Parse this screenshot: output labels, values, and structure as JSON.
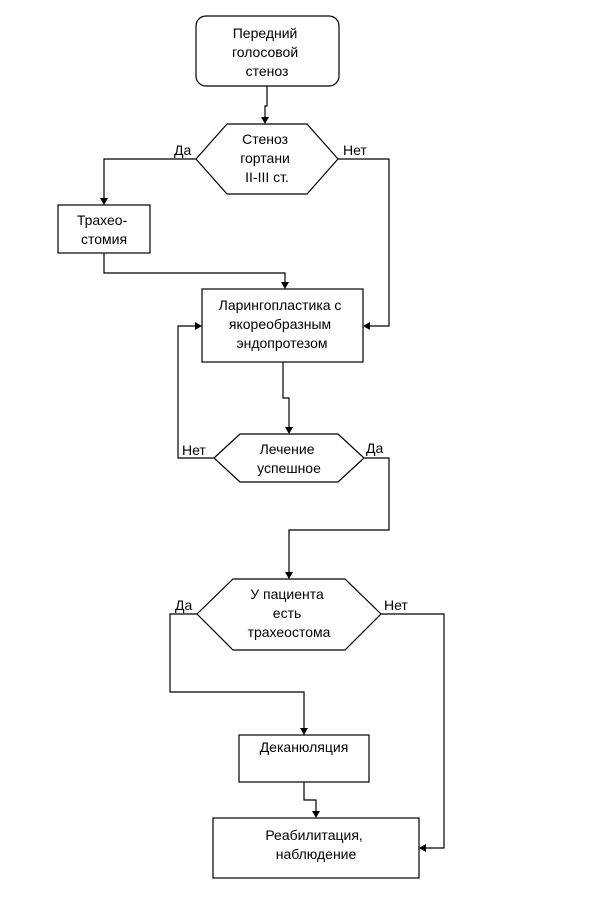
{
  "nodes": {
    "start": {
      "lines": [
        "Передний",
        "голосовой",
        "стеноз"
      ]
    },
    "decision_stenosis": {
      "lines": [
        "Стеноз",
        "гортани",
        "II-III ст."
      ]
    },
    "tracheostomy": {
      "lines": [
        "Трахео-",
        "стомия"
      ]
    },
    "laryngoplasty": {
      "lines": [
        "Ларингопластика с",
        "якореобразным",
        "эндопротезом"
      ]
    },
    "decision_success": {
      "lines": [
        "Лечение",
        "успешное"
      ]
    },
    "decision_tracheostoma": {
      "lines": [
        "У пациента",
        "есть",
        "трахеостома"
      ]
    },
    "decannulation": {
      "lines": [
        "Деканюляция"
      ]
    },
    "rehab": {
      "lines": [
        "Реабилитация,",
        "наблюдение"
      ]
    }
  },
  "edge_labels": {
    "stenosis_yes": "Да",
    "stenosis_no": "Нет",
    "success_no": "Нет",
    "success_yes": "Да",
    "tracheostoma_yes": "Да",
    "tracheostoma_no": "Нет"
  }
}
